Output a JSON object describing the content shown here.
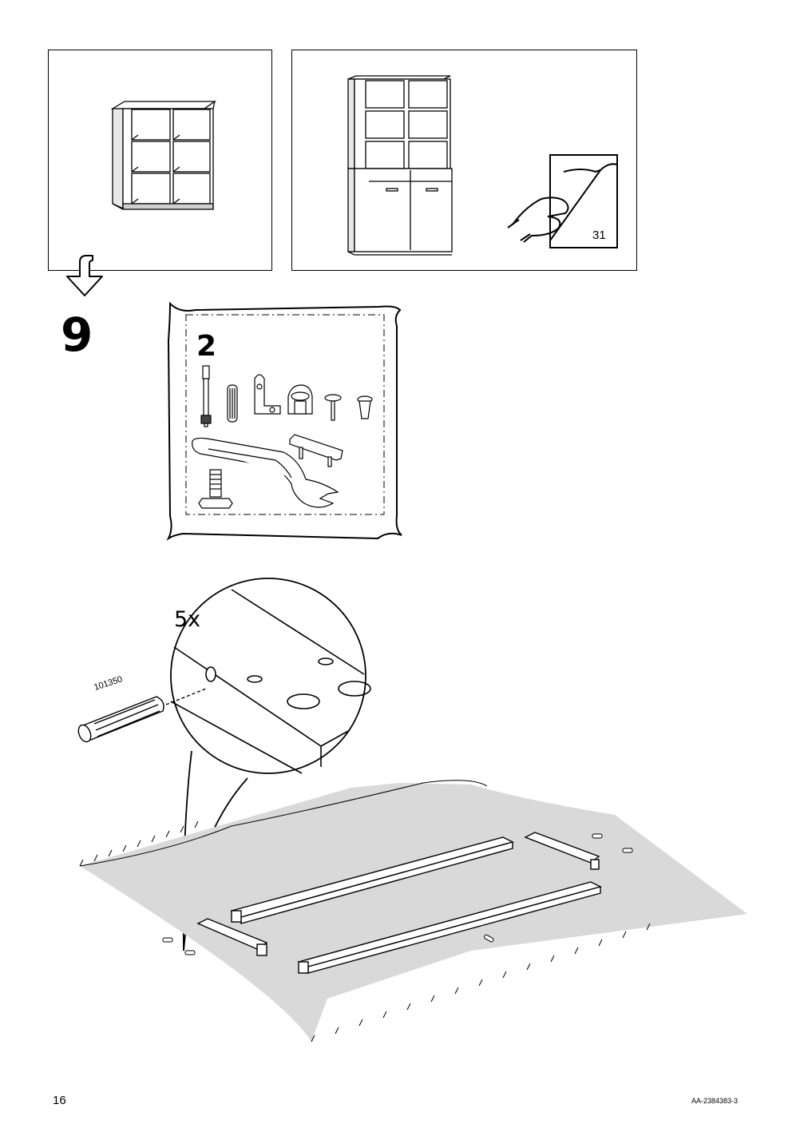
{
  "step": {
    "number": "9"
  },
  "bag": {
    "quantity": "2"
  },
  "callout": {
    "count": "5x",
    "part_number": "101350"
  },
  "reference": {
    "page": "31"
  },
  "footer": {
    "page_number": "16",
    "document_code": "AA-2384383-3"
  }
}
